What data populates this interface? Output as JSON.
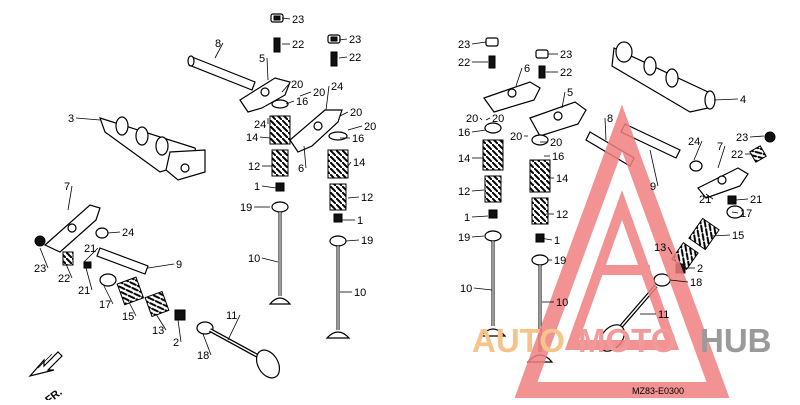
{
  "diagram": {
    "code": "MZ83-E0300",
    "front_marker": "FR.",
    "watermark": {
      "word_a": "AUTO",
      "word_b": "MOTO",
      "word_c": "HUB",
      "color_a": "#f5c48a",
      "color_b": "#f29a9a",
      "color_c": "#9a9a9a",
      "triangle_color": "#f07f7f"
    },
    "labels": [
      {
        "id": "l1",
        "text": "23"
      },
      {
        "id": "l2",
        "text": "22"
      },
      {
        "id": "l3",
        "text": "23"
      },
      {
        "id": "l4",
        "text": "22"
      },
      {
        "id": "l5",
        "text": "8"
      },
      {
        "id": "l6",
        "text": "5"
      },
      {
        "id": "l7",
        "text": "20"
      },
      {
        "id": "l8",
        "text": "20"
      },
      {
        "id": "l9",
        "text": "16"
      },
      {
        "id": "l10",
        "text": "24"
      },
      {
        "id": "l11",
        "text": "20"
      },
      {
        "id": "l12",
        "text": "20"
      },
      {
        "id": "l13",
        "text": "24"
      },
      {
        "id": "l14",
        "text": "14"
      },
      {
        "id": "l15",
        "text": "16"
      },
      {
        "id": "l16",
        "text": "6"
      },
      {
        "id": "l17",
        "text": "14"
      },
      {
        "id": "l18",
        "text": "12"
      },
      {
        "id": "l19",
        "text": "12"
      },
      {
        "id": "l20",
        "text": "1"
      },
      {
        "id": "l21",
        "text": "1"
      },
      {
        "id": "l22",
        "text": "19"
      },
      {
        "id": "l23",
        "text": "19"
      },
      {
        "id": "l24",
        "text": "10"
      },
      {
        "id": "l25",
        "text": "10"
      },
      {
        "id": "l26",
        "text": "3"
      },
      {
        "id": "l27",
        "text": "7"
      },
      {
        "id": "l28",
        "text": "24"
      },
      {
        "id": "l29",
        "text": "21"
      },
      {
        "id": "l30",
        "text": "23"
      },
      {
        "id": "l31",
        "text": "22"
      },
      {
        "id": "l32",
        "text": "21"
      },
      {
        "id": "l33",
        "text": "9"
      },
      {
        "id": "l34",
        "text": "17"
      },
      {
        "id": "l35",
        "text": "15"
      },
      {
        "id": "l36",
        "text": "13"
      },
      {
        "id": "l37",
        "text": "2"
      },
      {
        "id": "l38",
        "text": "11"
      },
      {
        "id": "l39",
        "text": "18"
      },
      {
        "id": "r1",
        "text": "23"
      },
      {
        "id": "r2",
        "text": "23"
      },
      {
        "id": "r3",
        "text": "22"
      },
      {
        "id": "r4",
        "text": "22"
      },
      {
        "id": "r5",
        "text": "6"
      },
      {
        "id": "r6",
        "text": "5"
      },
      {
        "id": "r7",
        "text": "4"
      },
      {
        "id": "r8",
        "text": "20"
      },
      {
        "id": "r9",
        "text": "20"
      },
      {
        "id": "r10",
        "text": "16"
      },
      {
        "id": "r11",
        "text": "20"
      },
      {
        "id": "r12",
        "text": "20"
      },
      {
        "id": "r13",
        "text": "8"
      },
      {
        "id": "r14",
        "text": "24"
      },
      {
        "id": "r15",
        "text": "23"
      },
      {
        "id": "r16",
        "text": "14"
      },
      {
        "id": "r17",
        "text": "16"
      },
      {
        "id": "r18",
        "text": "7"
      },
      {
        "id": "r19",
        "text": "22"
      },
      {
        "id": "r20",
        "text": "14"
      },
      {
        "id": "r21",
        "text": "9"
      },
      {
        "id": "r22",
        "text": "12"
      },
      {
        "id": "r23",
        "text": "21"
      },
      {
        "id": "r24",
        "text": "21"
      },
      {
        "id": "r25",
        "text": "12"
      },
      {
        "id": "r26",
        "text": "17"
      },
      {
        "id": "r27",
        "text": "1"
      },
      {
        "id": "r28",
        "text": "15"
      },
      {
        "id": "r29",
        "text": "19"
      },
      {
        "id": "r30",
        "text": "1"
      },
      {
        "id": "r31",
        "text": "13"
      },
      {
        "id": "r32",
        "text": "19"
      },
      {
        "id": "r33",
        "text": "2"
      },
      {
        "id": "r34",
        "text": "10"
      },
      {
        "id": "r35",
        "text": "18"
      },
      {
        "id": "r36",
        "text": "10"
      },
      {
        "id": "r37",
        "text": "11"
      }
    ]
  }
}
